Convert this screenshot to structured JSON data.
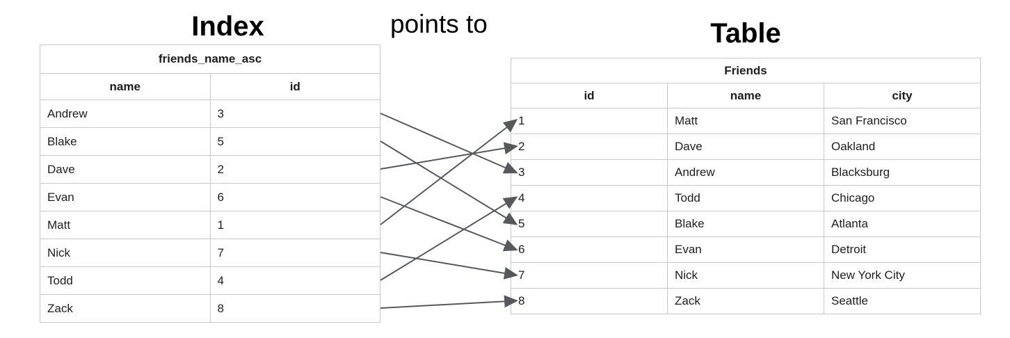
{
  "titles": {
    "index": "Index",
    "relation": "points to",
    "table": "Table"
  },
  "index_table": {
    "title": "friends_name_asc",
    "columns": [
      "name",
      "id"
    ],
    "rows": [
      [
        "Andrew",
        "3"
      ],
      [
        "Blake",
        "5"
      ],
      [
        "Dave",
        "2"
      ],
      [
        "Evan",
        "6"
      ],
      [
        "Matt",
        "1"
      ],
      [
        "Nick",
        "7"
      ],
      [
        "Todd",
        "4"
      ],
      [
        "Zack",
        "8"
      ]
    ]
  },
  "friends_table": {
    "title": "Friends",
    "columns": [
      "id",
      "name",
      "city"
    ],
    "rows": [
      [
        "1",
        "Matt",
        "San Francisco"
      ],
      [
        "2",
        "Dave",
        "Oakland"
      ],
      [
        "3",
        "Andrew",
        "Blacksburg"
      ],
      [
        "4",
        "Todd",
        "Chicago"
      ],
      [
        "5",
        "Blake",
        "Atlanta"
      ],
      [
        "6",
        "Evan",
        "Detroit"
      ],
      [
        "7",
        "Nick",
        "New York City"
      ],
      [
        "8",
        "Zack",
        "Seattle"
      ]
    ]
  },
  "arrows": [
    {
      "from_index_row": 0,
      "to_table_row": 2
    },
    {
      "from_index_row": 1,
      "to_table_row": 4
    },
    {
      "from_index_row": 2,
      "to_table_row": 1
    },
    {
      "from_index_row": 3,
      "to_table_row": 5
    },
    {
      "from_index_row": 4,
      "to_table_row": 0
    },
    {
      "from_index_row": 5,
      "to_table_row": 6
    },
    {
      "from_index_row": 6,
      "to_table_row": 3
    },
    {
      "from_index_row": 7,
      "to_table_row": 7
    }
  ],
  "colors": {
    "arrow": "#56585c",
    "table_border": "#a8a8a8",
    "cell_border": "#c7c7c7",
    "text": "#1d1d1d"
  }
}
